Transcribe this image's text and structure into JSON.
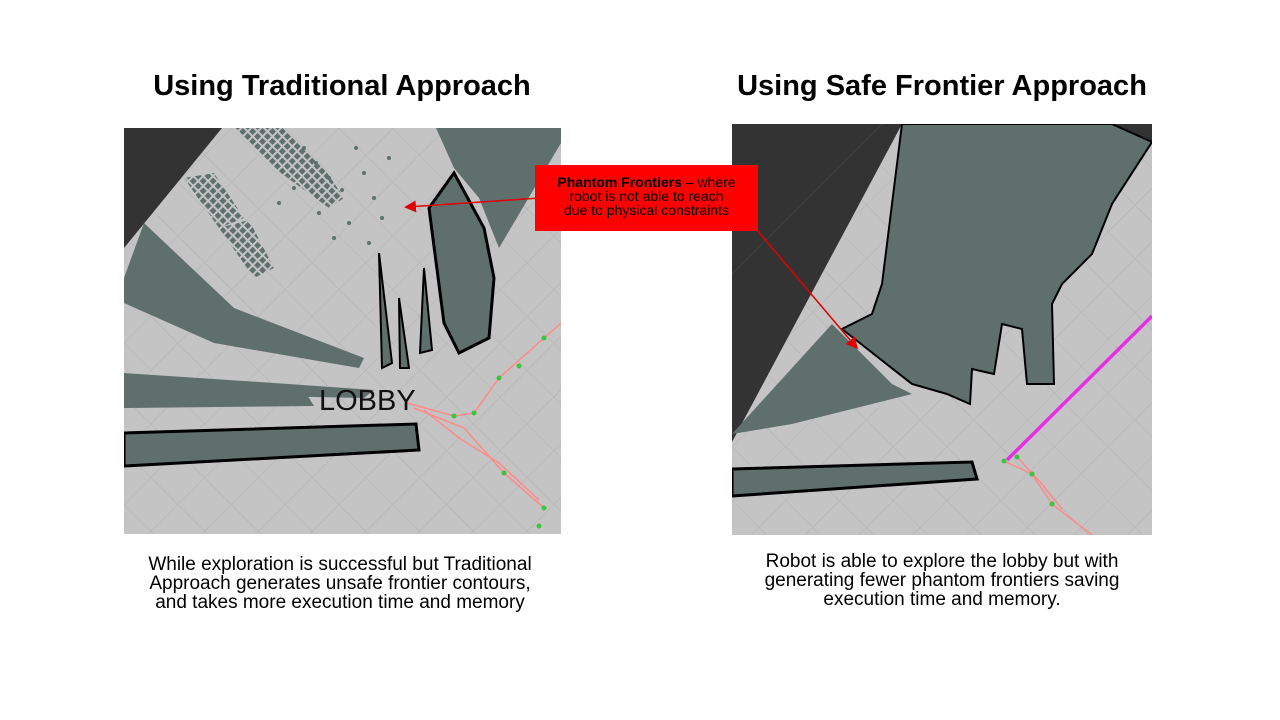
{
  "left_panel": {
    "title": "Using Traditional Approach",
    "map_label": "LOBBY",
    "caption": [
      "While exploration is successful but Traditional",
      "Approach generates unsafe frontier contours,",
      "and takes more execution time and memory"
    ]
  },
  "right_panel": {
    "title": "Using Safe Frontier Approach",
    "caption": [
      "Robot is able to explore the lobby but with",
      "generating fewer phantom frontiers saving",
      "execution time and memory."
    ]
  },
  "callout": {
    "bold_text": "Phantom Frontiers",
    "text": [
      " – where",
      "robot is not able to reach",
      "due to physical constraints"
    ]
  },
  "colors": {
    "callout_bg": "#ff0000",
    "arrow": "#e00000",
    "free_space": "#c4c4c4",
    "unknown": "#333333",
    "obstacle_fill": "#5f706c",
    "obstacle_edge": "#000000",
    "path": "#ff8a8a",
    "path_nodes": "#3cc43c",
    "safe_frontier": "#e62ee6"
  }
}
